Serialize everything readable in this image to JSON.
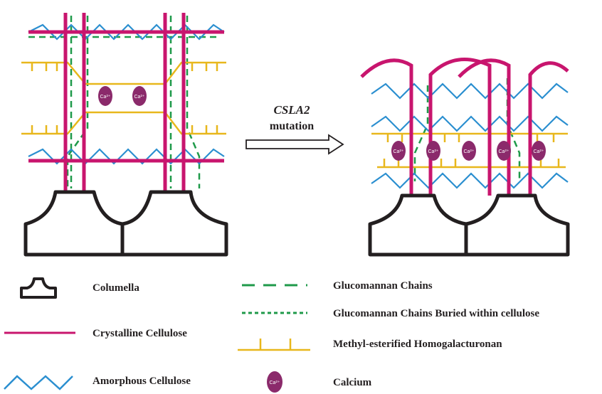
{
  "arrow": {
    "gene": "CSLA2",
    "label": "mutation"
  },
  "calcium_symbol": "Ca2+",
  "legend": {
    "columella": "Columella",
    "crystalline": "Crystalline Cellulose",
    "amorphous": "Amorphous Cellulose",
    "glucomannan": "Glucomannan Chains",
    "glucomannan_buried": "Glucomannan Chains Buried within cellulose",
    "homogalacturonan": "Methyl-esterified  Homogalacturonan",
    "calcium": "Calcium"
  },
  "colors": {
    "crystalline": "#c8156e",
    "amorphous": "#2b8fd0",
    "glucomannan": "#1f9a4a",
    "homogalacturonan": "#e8b71c",
    "calcium_fill": "#8b2a6b",
    "outline": "#231f20"
  }
}
